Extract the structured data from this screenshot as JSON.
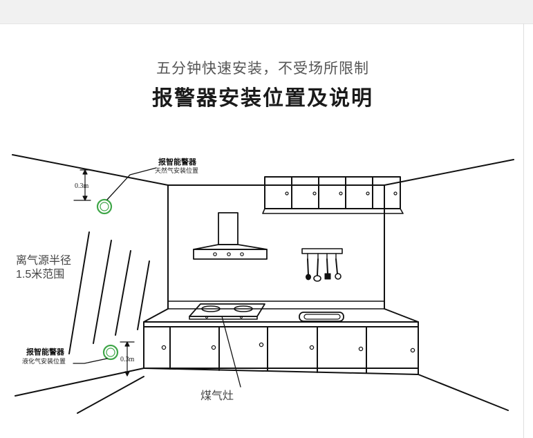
{
  "header": {
    "subtitle": "五分钟快速安装，不受场所限制",
    "title": "报警器安装位置及说明"
  },
  "annotations": {
    "top_alarm_title": "报智能警器",
    "top_alarm_sub": "天然气安装位置",
    "top_dim": "0.3m",
    "range_line1": "离气源半径",
    "range_line2": "1.5米范围",
    "bottom_alarm_title": "报智能警器",
    "bottom_alarm_sub": "液化气安装位置",
    "bottom_dim": "0.3m",
    "stove_label": "煤气灶"
  },
  "colors": {
    "line": "#111111",
    "alarm_ring": "#3fa648",
    "text_gray": "#555555"
  }
}
